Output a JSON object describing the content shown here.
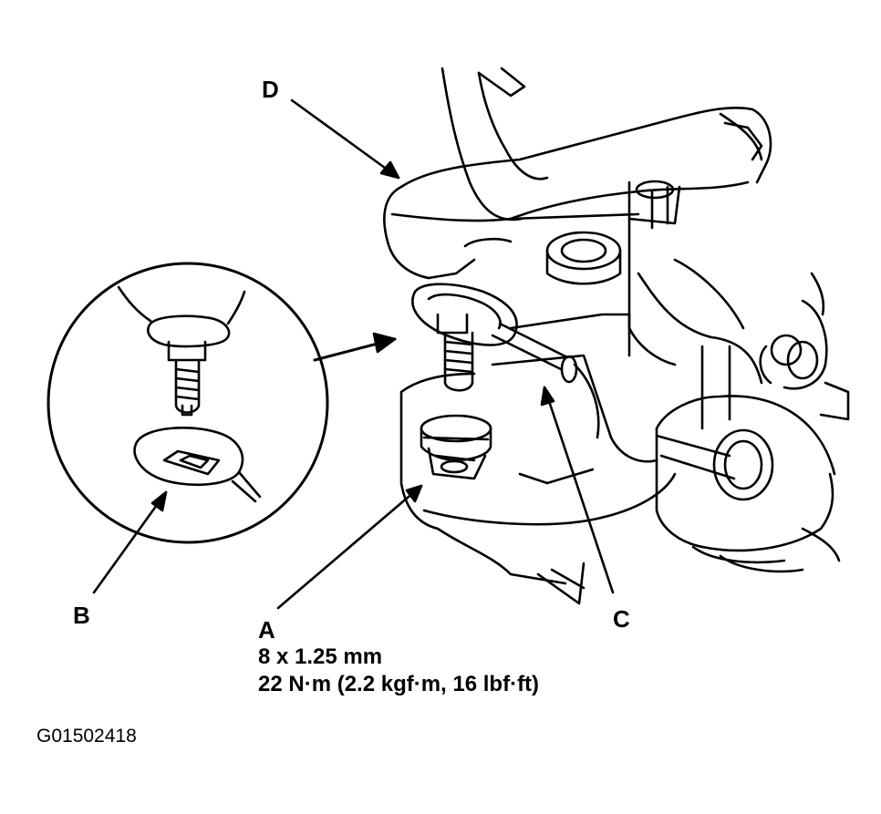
{
  "callouts": {
    "a": "A",
    "b": "B",
    "c": "C",
    "d": "D"
  },
  "spec": {
    "bolt_size": "8 x 1.25 mm",
    "torque": "22 N·m (2.2 kgf·m, 16 lbf·ft)"
  },
  "figure_id": "G01502418",
  "colors": {
    "line": "#000000",
    "background": "#ffffff"
  }
}
